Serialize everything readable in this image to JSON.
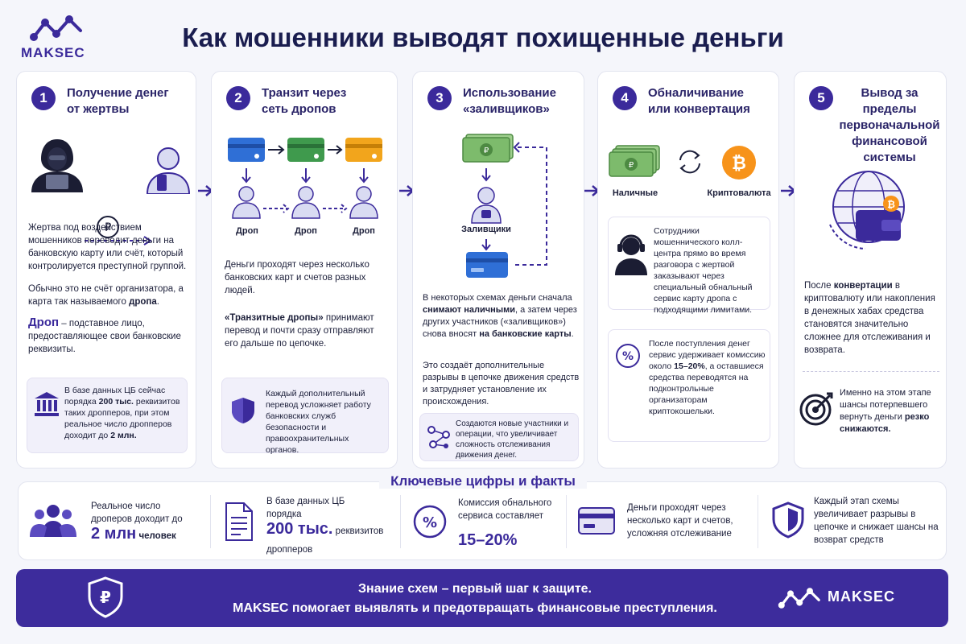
{
  "brand": {
    "name": "MAKSEC",
    "color": "#3b2a9b"
  },
  "title": "Как мошенники выводят похищенные деньги",
  "steps": [
    {
      "num": "1",
      "title": "Получение денег от жертвы",
      "text1": "Жертва под воздействием мошенников переводит деньги на банковскую карту или счёт, который контролируется преступной группой.",
      "text2_pre": "Обычно это не счёт организатора, а карта так называемого ",
      "text2_bold": "дропа",
      "text2_post": ".",
      "drop_term": "Дроп",
      "drop_def": " – подставное лицо, предоставляющее свои банковские реквизиты.",
      "box_pre": "В базе данных ЦБ сейчас порядка ",
      "box_b1": "200 тыс.",
      "box_mid": " реквизитов таких дропперов, при этом реальное число дропперов доходит до ",
      "box_b2": "2 млн."
    },
    {
      "num": "2",
      "title": "Транзит через сеть дропов",
      "drop_label": "Дроп",
      "text1": "Деньги проходят через несколько банковских карт и счетов разных людей.",
      "text2_bold": "«Транзитные дропы»",
      "text2_post": " принимают перевод и почти сразу отправляют его дальше по цепочке.",
      "box": "Каждый дополнительный перевод усложняет работу банковских служб безопасности и правоохранительных органов."
    },
    {
      "num": "3",
      "title": "Использование «заливщиков»",
      "label": "Заливщики",
      "t_a": "В некоторых схемах деньги сначала ",
      "t_b": "снимают наличными",
      "t_c": ", а затем через других участников («заливщиков») снова вносят ",
      "t_d": "на банковские карты",
      "t_e": ".",
      "text2": "Это создаёт дополнительные разрывы в цепочке движения средств и затрудняет установление их происхождения.",
      "box": "Создаются новые участники и операции, что увеличивает сложность отслеживания движения денег."
    },
    {
      "num": "4",
      "title": "Обналичивание или конвертация",
      "label_cash": "Наличные",
      "label_crypto": "Криптовалюта",
      "box1": "Сотрудники мошеннического колл-центра прямо во время разговора с жертвой заказывают через специальный обнальный сервис карту дропа с подходящими лимитами.",
      "box2_pre": "После поступления денег сервис удерживает комиссию около ",
      "box2_b": "15–20%",
      "box2_post": ", а оставшиеся средства переводятся на подконтрольные организаторам криптокошельки."
    },
    {
      "num": "5",
      "title": "Вывод за пределы первоначальной финансовой системы",
      "t_a": "После ",
      "t_b": "конвертации",
      "t_c": " в криптовалюту или накопления в денежных хабах средства становятся значительно сложнее для отслеживания и возврата.",
      "b_a": "Именно на этом этапе шансы потерпевшего вернуть деньги ",
      "b_b": "резко снижаются."
    }
  ],
  "facts": {
    "title": "Ключевые цифры и факты",
    "f1_text": "Реальное число дроперов доходит до",
    "f1_big": "2 млн",
    "f1_unit": " человек",
    "f2_text": "В базе данных ЦБ порядка",
    "f2_big": "200 тыс.",
    "f2_unit": " реквизитов",
    "f2_tail": "дропперов",
    "f3_text": "Комиссия обнального сервиса составляет",
    "f3_big": "15–20%",
    "f4_text": "Деньги проходят через несколько карт и счетов, усложняя отслеживание",
    "f5_text": "Каждый этап схемы увеличивает разрывы в цепочке и снижает шансы на возврат средств"
  },
  "footer": {
    "line1": "Знание схем – первый шаг к защите.",
    "line2": "MAKSEC помогает выявлять и предотвращать финансовые преступления.",
    "brand": "MAKSEC"
  },
  "icons": [
    "hacker-icon",
    "ruble-coin-icon",
    "victim-phone-icon",
    "bank-card-icon",
    "person-icon",
    "banknote-icon",
    "dropper-person-icon",
    "refresh-icon",
    "bitcoin-icon",
    "headset-operator-icon",
    "percent-icon",
    "globe-icon",
    "wallet-icon",
    "target-icon",
    "bank-building-icon",
    "shield-icon",
    "network-icon",
    "people-group-icon",
    "document-icon",
    "shield-ruble-icon",
    "maksec-logo-icon"
  ]
}
